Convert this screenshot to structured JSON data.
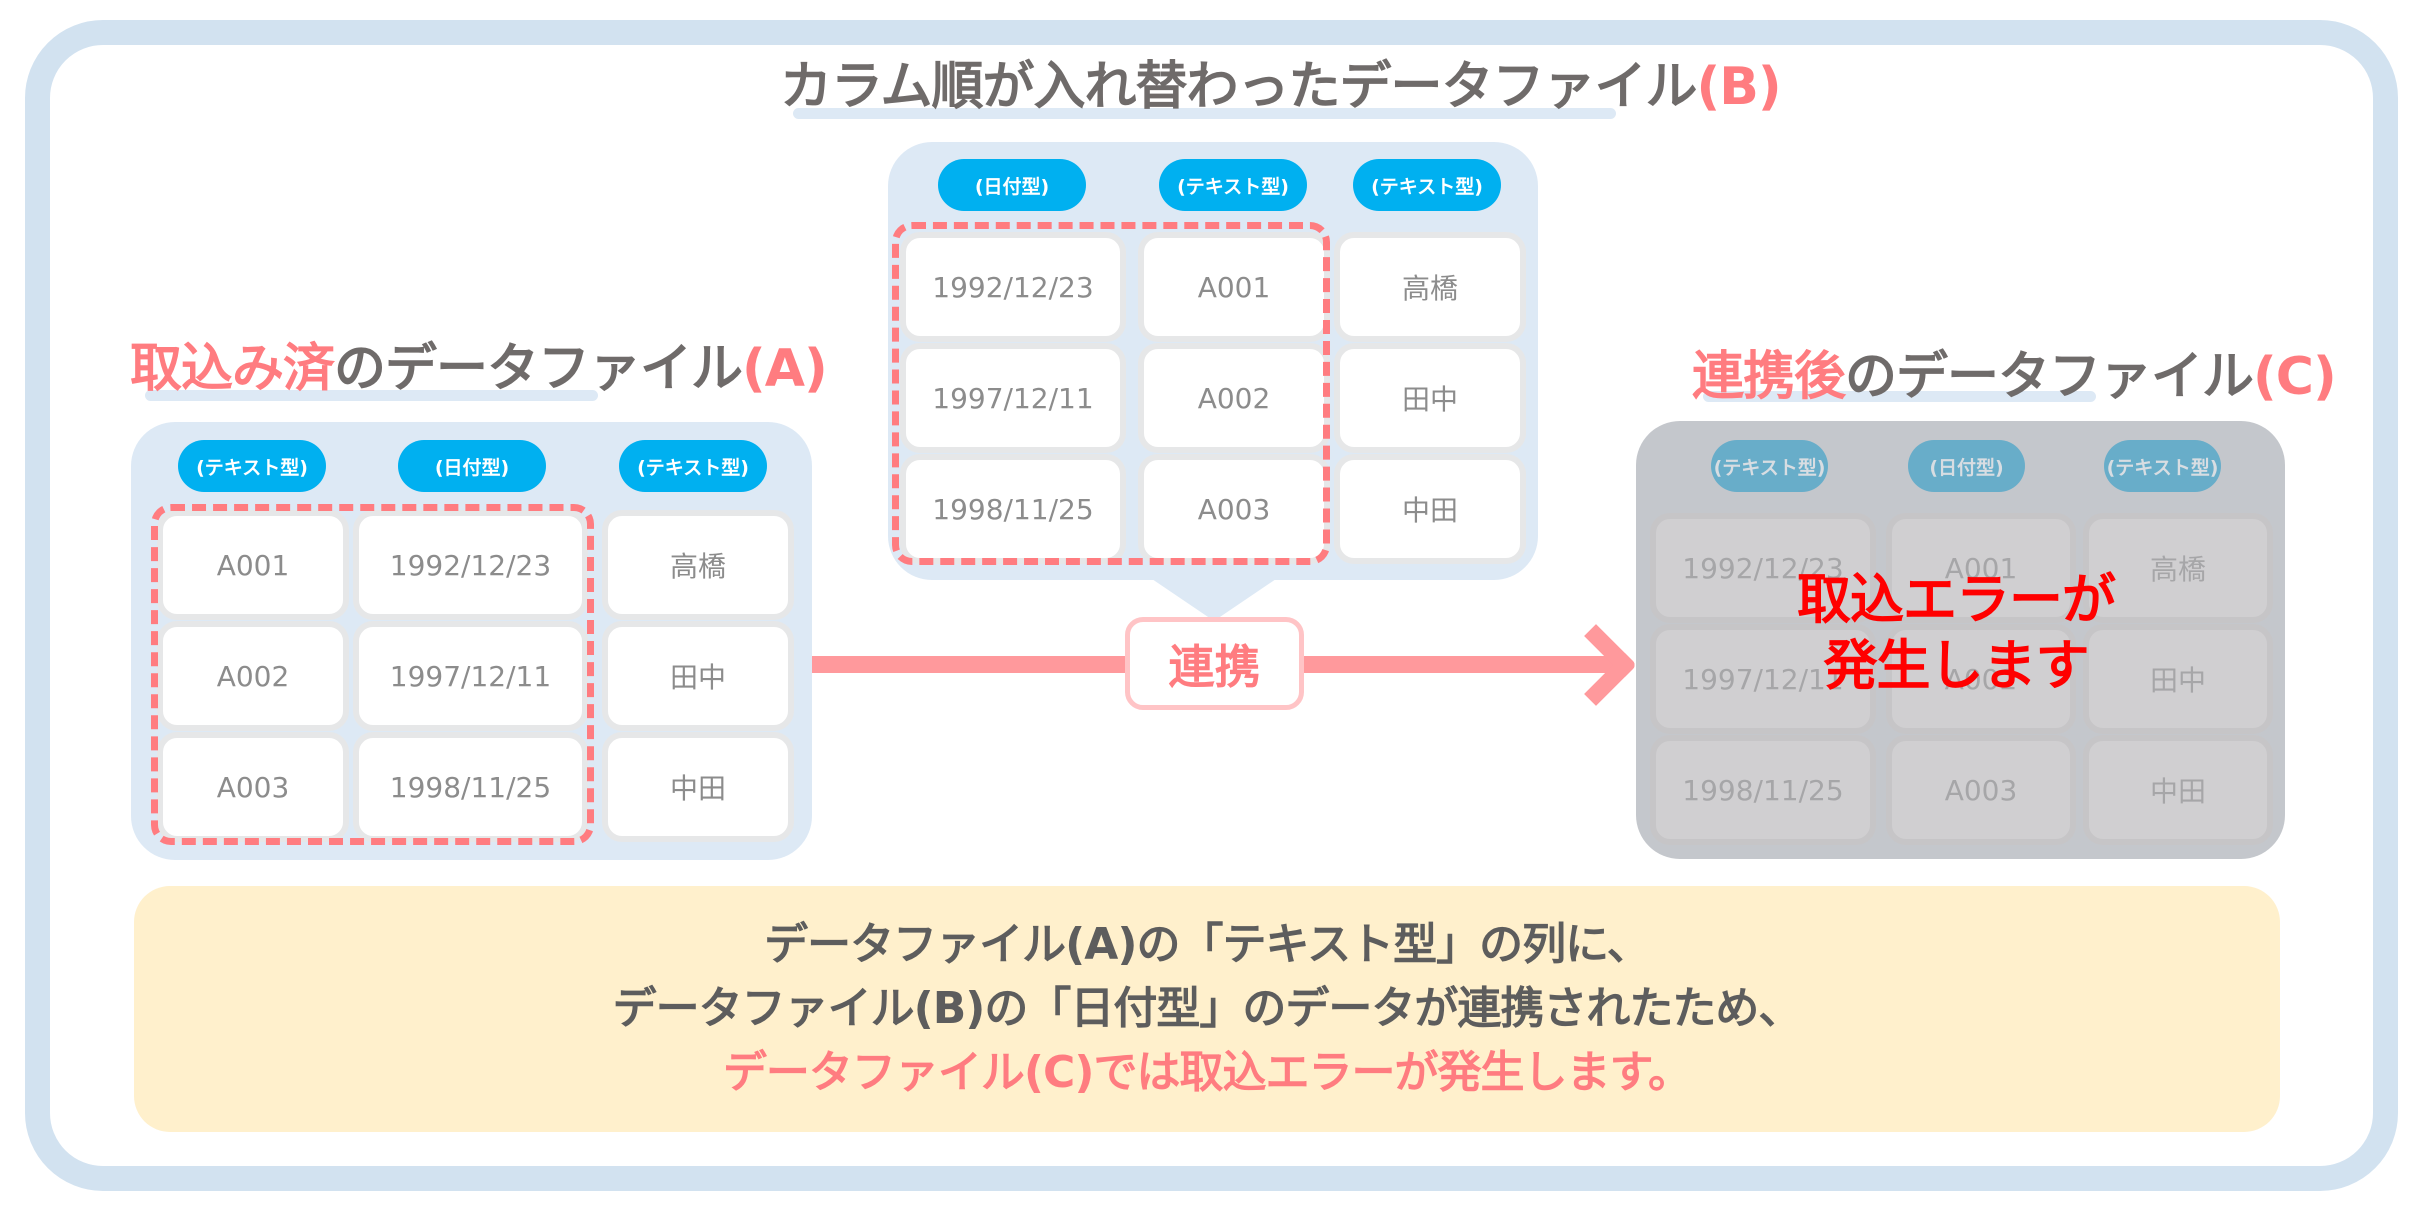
{
  "colors": {
    "accent_pink": "#ff7c80",
    "title_gray": "#6f6b6a",
    "pill_blue": "#00b0f0",
    "panel_blue": "#dde9f5",
    "error_red": "#ff0000",
    "note_yellow": "#fff0cc"
  },
  "file_b": {
    "title_main": "カラム順が入れ替わったデータファイル",
    "title_suffix": "(B)",
    "headers": [
      "(日付型)",
      "(テキスト型)",
      "(テキスト型)"
    ],
    "rows": [
      [
        "1992/12/23",
        "A001",
        "高橋"
      ],
      [
        "1997/12/11",
        "A002",
        "田中"
      ],
      [
        "1998/11/25",
        "A003",
        "中田"
      ]
    ]
  },
  "file_a": {
    "title_highlight": "取込み済",
    "title_main": "のデータファイル",
    "title_suffix": "(A)",
    "headers": [
      "(テキスト型)",
      "(日付型)",
      "(テキスト型)"
    ],
    "rows": [
      [
        "A001",
        "1992/12/23",
        "高橋"
      ],
      [
        "A002",
        "1997/12/11",
        "田中"
      ],
      [
        "A003",
        "1998/11/25",
        "中田"
      ]
    ]
  },
  "file_c": {
    "title_highlight": "連携後",
    "title_main": "のデータファイル",
    "title_suffix": "(C)",
    "headers": [
      "(テキスト型)",
      "(日付型)",
      "(テキスト型)"
    ],
    "rows": [
      [
        "1992/12/23",
        "A001",
        "高橋"
      ],
      [
        "1997/12/11",
        "A002",
        "田中"
      ],
      [
        "1998/11/25",
        "A003",
        "中田"
      ]
    ],
    "error_line1": "取込エラーが",
    "error_line2": "発生します"
  },
  "flow": {
    "link_label": "連携"
  },
  "note": {
    "line1": "データファイル(A)の「テキスト型」の列に、",
    "line2": "データファイル(B)の「日付型」のデータが連携されたため、",
    "line3": "データファイル(C)では取込エラーが発生します。"
  }
}
